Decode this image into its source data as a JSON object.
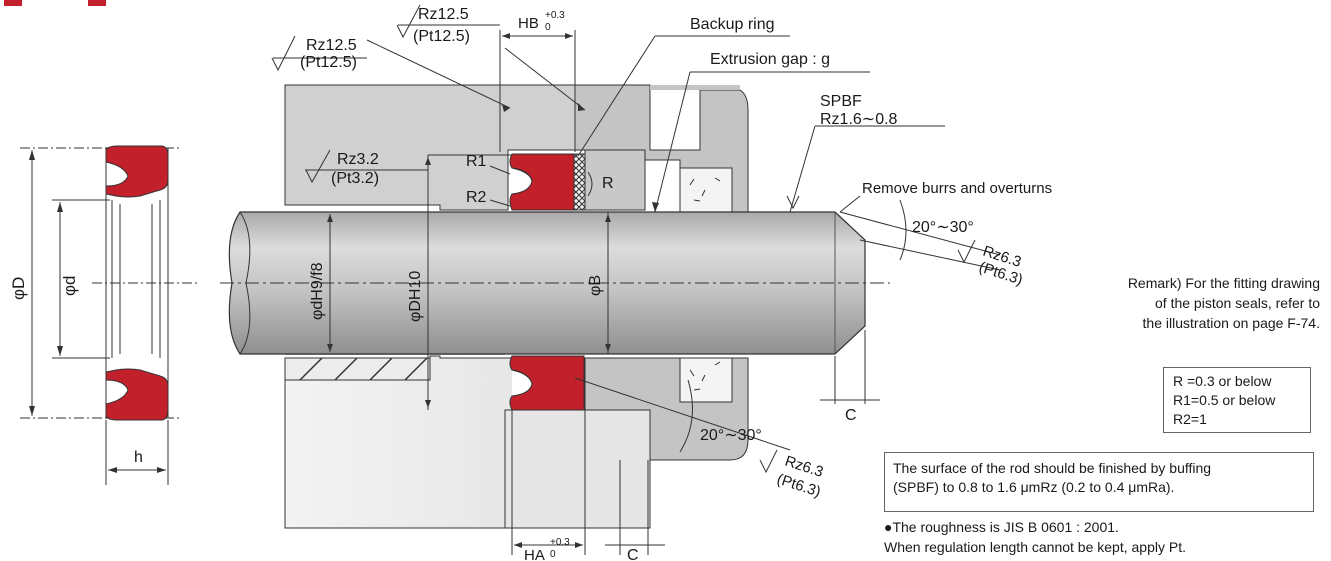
{
  "labels": {
    "backup_ring": "Backup ring",
    "extrusion_gap": "Extrusion gap : g",
    "spbf": "SPBF",
    "rz_spbf": "Rz1.6∼0.8",
    "remove_burrs": "Remove burrs and overturns",
    "angle": "20°∼30°",
    "rz_top_a": "Rz12.5",
    "pt_top_a": "(Pt12.5)",
    "rz_top_b": "Rz12.5",
    "pt_top_b": "(Pt12.5)",
    "rz_mid": "Rz3.2",
    "pt_mid": "(Pt3.2)",
    "rz_right": "Rz6.3",
    "pt_right": "(Pt6.3)",
    "rz_bottom": "Rz6.3",
    "pt_bottom": "(Pt6.3)",
    "hb": "HB",
    "hb_tol_upper": "+0.3",
    "hb_tol_lower": "0",
    "ha": "HA",
    "ha_tol_upper": "+0.3",
    "ha_tol_lower": "0",
    "c": "C",
    "r": "R",
    "r1": "R1",
    "r2": "R2",
    "phi_D": "φD",
    "phi_d": "φd",
    "h": "h",
    "phi_dH9f8": "φdH9/f8",
    "phi_DH10": "φDH10",
    "phi_B": "φB"
  },
  "remark": {
    "line1": "Remark) For the fitting drawing",
    "line2": "of the piston seals, refer to",
    "line3": "the illustration on page F-74."
  },
  "r_values": {
    "line1": "R =0.3 or below",
    "line2": "R1=0.5 or below",
    "line3": "R2=1"
  },
  "surface_note": {
    "line1": "The surface of the rod should be finished by buffing",
    "line2": "(SPBF) to 0.8 to 1.6 μmRz (0.2 to 0.4 μmRa)."
  },
  "roughness": {
    "line1": "●The roughness is JIS B 0601 : 2001.",
    "line2": "When regulation length cannot be kept, apply Pt."
  },
  "colors": {
    "seal": "#c2202a",
    "housing": "#c8c8c8",
    "rod": "#bdbdbd",
    "outline": "#2a2a2a"
  }
}
